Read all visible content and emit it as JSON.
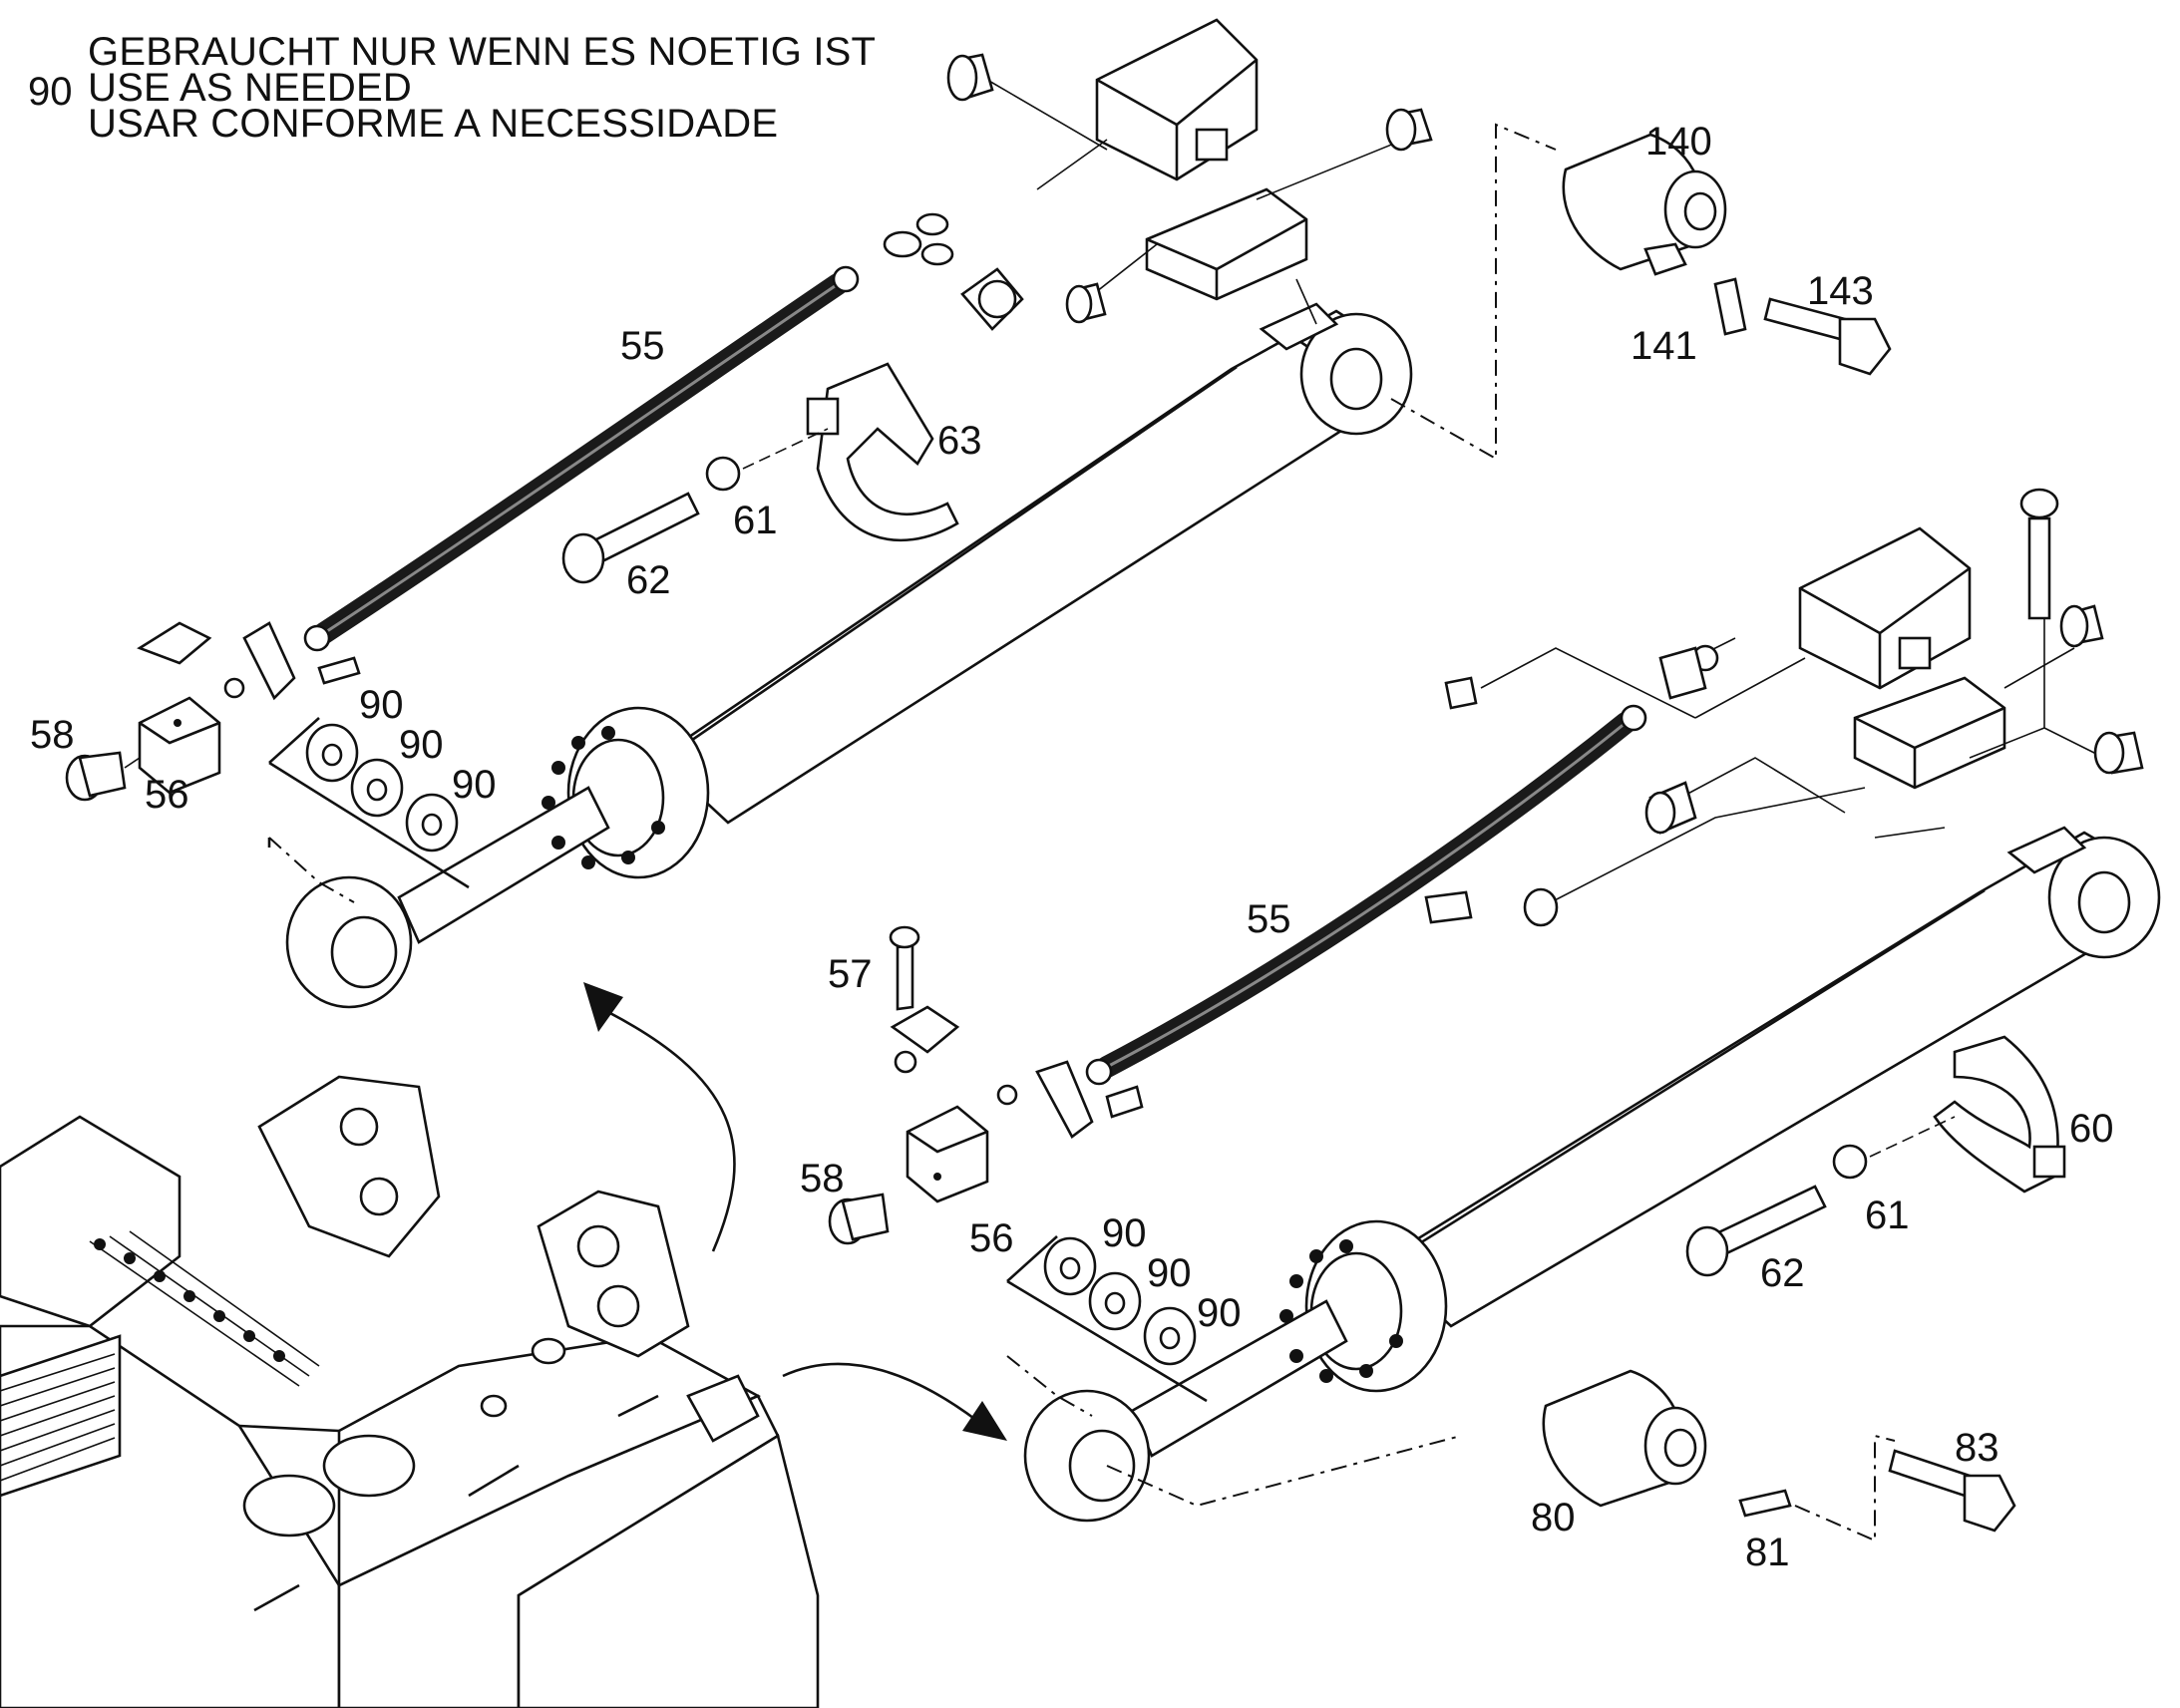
{
  "note": {
    "key": "90",
    "lines": [
      "GEBRAUCHT NUR WENN ES NOETIG IST",
      "USE AS NEEDED",
      "USAR CONFORME A NECESSIDADE"
    ]
  },
  "callouts": {
    "c140": "140",
    "c141": "141",
    "c143": "143",
    "c55a": "55",
    "c63": "63",
    "c61a": "61",
    "c62a": "62",
    "c58a": "58",
    "c56a": "56",
    "c90a1": "90",
    "c90a2": "90",
    "c90a3": "90",
    "c55b": "55",
    "c57": "57",
    "c58b": "58",
    "c56b": "56",
    "c60": "60",
    "c61b": "61",
    "c62b": "62",
    "c90b1": "90",
    "c90b2": "90",
    "c90b3": "90",
    "c80": "80",
    "c81": "81",
    "c83": "83"
  }
}
